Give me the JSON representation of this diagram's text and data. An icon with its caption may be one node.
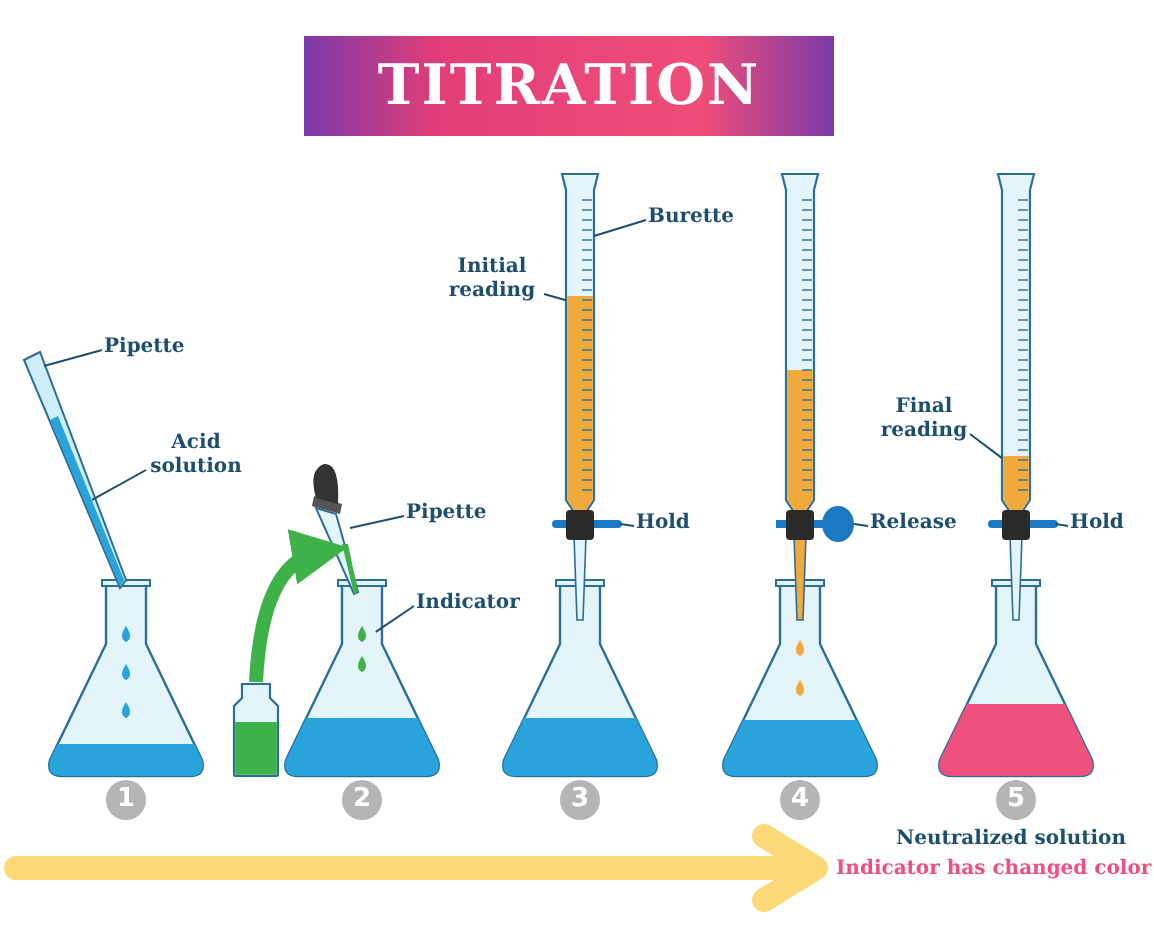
{
  "diagram": {
    "title": "TITRATION",
    "nodes": [
      {
        "text": [
          "Pipette"
        ]
      },
      {
        "text": [
          "Acid solution"
        ]
      },
      {
        "text": [],
        "shape": "picture"
      },
      {
        "text": [],
        "shape": "picture"
      },
      {
        "text": [
          "Pipette"
        ]
      },
      {
        "text": [
          "Indicator"
        ]
      },
      {
        "text": [
          "Initial reading"
        ]
      },
      {
        "text": [
          "Burette"
        ]
      },
      {
        "text": [
          "Hold"
        ]
      },
      {
        "text": [
          "Release"
        ]
      },
      {
        "text": [
          "Final reading"
        ]
      },
      {
        "text": [
          "Hold"
        ]
      },
      {
        "text": [
          "1"
        ]
      },
      {
        "text": [
          "2"
        ]
      },
      {
        "text": [
          "3"
        ]
      },
      {
        "text": [
          "4"
        ]
      },
      {
        "text": [
          "5"
        ]
      },
      {
        "text": [],
        "shape": "picture"
      },
      {
        "text": [],
        "shape": "picture"
      },
      {
        "text": [],
        "shape": "picture"
      },
      {
        "text": [],
        "shape": "picture"
      },
      {
        "text": [],
        "shape": "picture"
      }
    ],
    "edges": [
      {
        "from": 0,
        "to": 17,
        "arrow": "none"
      },
      {
        "from": 1,
        "to": 17,
        "arrow": "none"
      },
      {
        "from": 2,
        "to": 3,
        "arrow": "to",
        "style": "thick",
        "color": "#3db249"
      },
      {
        "from": 4,
        "to": 3,
        "arrow": "none"
      },
      {
        "from": 5,
        "to": 18,
        "arrow": "none"
      },
      {
        "from": 6,
        "to": 19,
        "arrow": "none"
      },
      {
        "from": 7,
        "to": 19,
        "arrow": "none"
      },
      {
        "from": 8,
        "to": 19,
        "arrow": "none"
      },
      {
        "from": 9,
        "to": 20,
        "arrow": "none"
      },
      {
        "from": 10,
        "to": 21,
        "arrow": "none"
      },
      {
        "from": 11,
        "to": 21,
        "arrow": "none"
      }
    ],
    "labels": [
      "Neutralized solution",
      "Indicator has changed color"
    ]
  }
}
